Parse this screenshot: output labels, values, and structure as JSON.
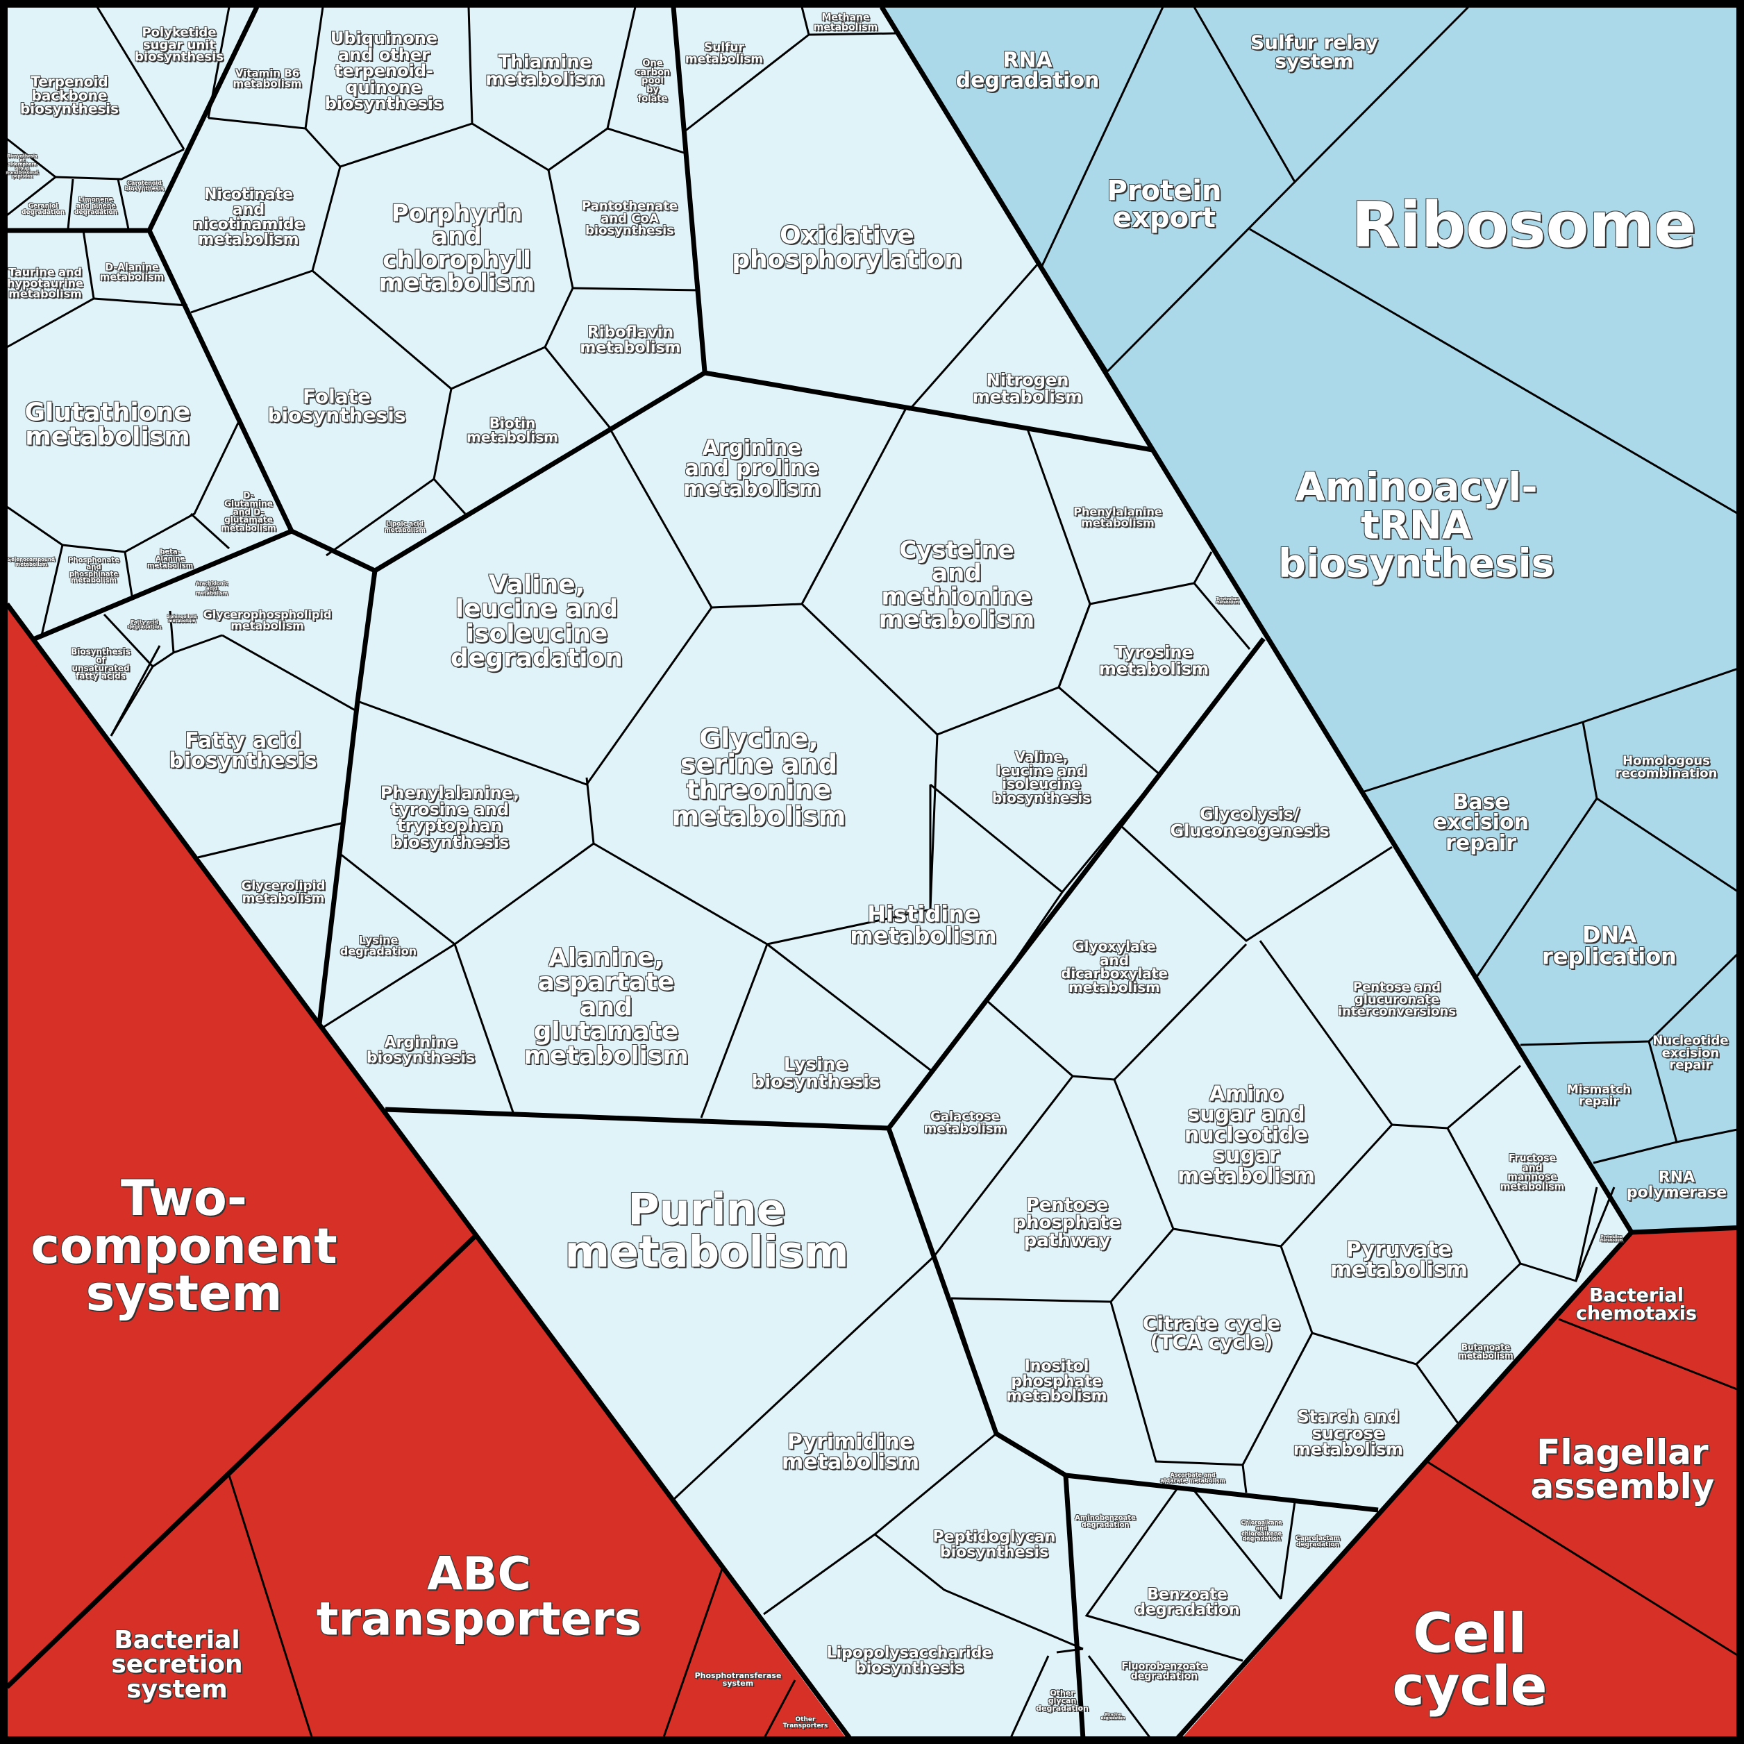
{
  "colors": {
    "metabolism": "#e0f3f8",
    "genetic_information": "#abd9e9",
    "environmental_cellular": "#d73027",
    "border": "#000000"
  },
  "labels": [
    "Polyketide\nsugar unit\nbiosynthesis",
    "Terpenoid\nbackbone\nbiosynthesis",
    "Biosynthesis\nof\nsiderophore\ngroup\nnonribosomal\npeptides",
    "Geraniol\ndegradation",
    "Limonene\nand pinene\ndegradation",
    "Carotenoid\nbiosynthesis",
    "Vitamin B6\nmetabolism",
    "Ubiquinone\nand other\nterpenoid-\nquinone\nbiosynthesis",
    "Thiamine\nmetabolism",
    "One\ncarbon\npool\nby\nfolate",
    "Sulfur\nmetabolism",
    "Methane\nmetabolism",
    "Nicotinate\nand\nnicotinamide\nmetabolism",
    "Porphyrin\nand\nchlorophyll\nmetabolism",
    "Pantothenate\nand CoA\nbiosynthesis",
    "Oxidative\nphosphorylation",
    "Riboflavin\nmetabolism",
    "Taurine and\nhypotaurine\nmetabolism",
    "D-Alanine\nmetabolism",
    "Glutathione\nmetabolism",
    "Folate\nbiosynthesis",
    "Biotin\nmetabolism",
    "Lipoic acid\nmetabolism",
    "Nitrogen\nmetabolism",
    "Arginine\nand proline\nmetabolism",
    "Cysteine\nand\nmethionine\nmetabolism",
    "Phenylalanine\nmetabolism",
    "Tryptophan\nmetabolism",
    "D-\nGlutamine\nand D-\nglutamate\nmetabolism",
    "Selenocompound\nmetabolism",
    "Phosphonate\nand\nphosphinate\nmetabolism",
    "beta-\nAlanine\nmetabolism",
    "Arachidonic\nacid\nmetabolism",
    "Fatty acid\ndegradation",
    "Sphingolipid\nmetabolism",
    "Glycerophospholipid\nmetabolism",
    "Biosynthesis\nof\nunsaturated\nfatty acids",
    "Valine,\nleucine and\nisoleucine\ndegradation",
    "Tyrosine\nmetabolism",
    "Glycine,\nserine and\nthreonine\nmetabolism",
    "Valine,\nleucine and\nisoleucine\nbiosynthesis",
    "Fatty acid\nbiosynthesis",
    "Phenylalanine,\ntyrosine and\ntryptophan\nbiosynthesis",
    "Glycolysis/\nGluconeogenesis",
    "Glycerolipid\nmetabolism",
    "Histidine\nmetabolism",
    "Lysine\ndegradation",
    "Glyoxylate\nand\ndicarboxylate\nmetabolism",
    "Alanine,\naspartate\nand\nglutamate\nmetabolism",
    "Pentose and\nglucuronate\ninterconversions",
    "Arginine\nbiosynthesis",
    "Lysine\nbiosynthesis",
    "Amino\nsugar and\nnucleotide\nsugar\nmetabolism",
    "Galactose\nmetabolism",
    "Fructose\nand\nmannose\nmetabolism",
    "Purine\nmetabolism",
    "Pentose\nphosphate\npathway",
    "Pyrimidine\nmetabolism",
    "Pyruvate\nmetabolism",
    "Citrate cycle\n(TCA cycle)",
    "Inositol\nphosphate\nmetabolism",
    "Butanoate\nmetabolism",
    "Starch and\nsucrose\nmetabolism",
    "Pyrimidine\nmetabolism",
    "Ascorbate and\naldarate metabolism",
    "Aminobenzoate\ndegradation",
    "Chloroalkane\nand\nchloroalkene\ndegradation",
    "Caprolactam\ndegradation",
    "Peptidoglycan\nbiosynthesis",
    "Benzoate\ndegradation",
    "Lipopolysaccharide\nbiosynthesis",
    "Fluorobenzoate\ndegradation",
    "Other\nglycan\ndegradation",
    "Atrazine\ndegradation",
    "RNA\ndegradation",
    "Sulfur relay\nsystem",
    "Protein\nexport",
    "Ribosome",
    "Aminoacyl-\ntRNA\nbiosynthesis",
    "Base\nexcision\nrepair",
    "Homologous\nrecombination",
    "DNA\nreplication",
    "Nucleotide\nexcision\nrepair",
    "Mismatch\nrepair",
    "RNA\npolymerase",
    "Two-\ncomponent\nsystem",
    "ABC\ntransporters",
    "Bacterial\nsecretion\nsystem",
    "Phosphotransferase\nsystem",
    "Other\nTransporters",
    "Bacterial\nchemotaxis",
    "Flagellar\nassembly",
    "Cell cycle"
  ]
}
